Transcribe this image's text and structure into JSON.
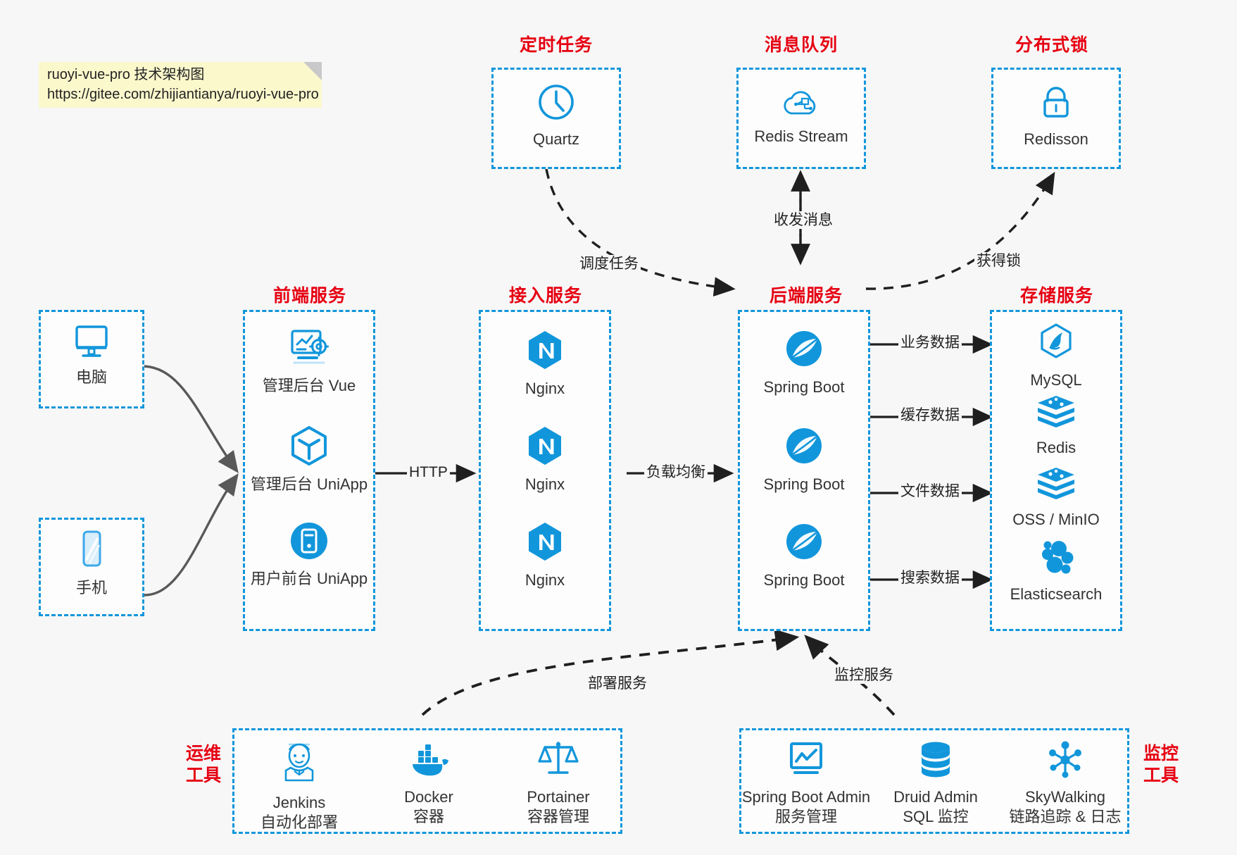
{
  "note": {
    "line1": "ruoyi-vue-pro 技术架构图",
    "line2": "https://gitee.com/zhijiantianya/ruoyi-vue-pro"
  },
  "groups": {
    "scheduled_task": {
      "title": "定时任务",
      "nodes": [
        {
          "icon": "clock-icon",
          "label": "Quartz"
        }
      ]
    },
    "message_queue": {
      "title": "消息队列",
      "nodes": [
        {
          "icon": "cloud-stream-icon",
          "label": "Redis Stream"
        }
      ]
    },
    "distributed_lock": {
      "title": "分布式锁",
      "nodes": [
        {
          "icon": "lock-icon",
          "label": "Redisson"
        }
      ]
    },
    "client_pc": {
      "title": "",
      "nodes": [
        {
          "icon": "desktop-icon",
          "label": "电脑"
        }
      ]
    },
    "client_phone": {
      "title": "",
      "nodes": [
        {
          "icon": "phone-icon",
          "label": "手机"
        }
      ]
    },
    "frontend": {
      "title": "前端服务",
      "nodes": [
        {
          "icon": "dashboard-gear-icon",
          "label": "管理后台 Vue"
        },
        {
          "icon": "uniapp-cube-icon",
          "label": "管理后台 UniApp"
        },
        {
          "icon": "mobile-app-icon",
          "label": "用户前台 UniApp"
        }
      ]
    },
    "gateway": {
      "title": "接入服务",
      "nodes": [
        {
          "icon": "nginx-icon",
          "label": "Nginx"
        },
        {
          "icon": "nginx-icon",
          "label": "Nginx"
        },
        {
          "icon": "nginx-icon",
          "label": "Nginx"
        }
      ]
    },
    "backend": {
      "title": "后端服务",
      "nodes": [
        {
          "icon": "spring-boot-icon",
          "label": "Spring Boot"
        },
        {
          "icon": "spring-boot-icon",
          "label": "Spring Boot"
        },
        {
          "icon": "spring-boot-icon",
          "label": "Spring Boot"
        }
      ]
    },
    "storage": {
      "title": "存储服务",
      "nodes": [
        {
          "icon": "mysql-icon",
          "label": "MySQL"
        },
        {
          "icon": "redis-icon",
          "label": "Redis"
        },
        {
          "icon": "oss-icon",
          "label": "OSS / MinIO"
        },
        {
          "icon": "elasticsearch-icon",
          "label": "Elasticsearch"
        }
      ]
    },
    "devops": {
      "title": "运维\n工具",
      "title_line1": "运维",
      "title_line2": "工具",
      "nodes": [
        {
          "icon": "jenkins-icon",
          "label": "Jenkins",
          "sublabel": "自动化部署"
        },
        {
          "icon": "docker-icon",
          "label": "Docker",
          "sublabel": "容器"
        },
        {
          "icon": "portainer-icon",
          "label": "Portainer",
          "sublabel": "容器管理"
        }
      ]
    },
    "monitor": {
      "title": "监控\n工具",
      "title_line1": "监控",
      "title_line2": "工具",
      "nodes": [
        {
          "icon": "monitor-chart-icon",
          "label": "Spring Boot Admin",
          "sublabel": "服务管理"
        },
        {
          "icon": "database-icon",
          "label": "Druid Admin",
          "sublabel": "SQL 监控"
        },
        {
          "icon": "skywalking-icon",
          "label": "SkyWalking",
          "sublabel": "链路追踪 & 日志"
        }
      ]
    }
  },
  "edges": {
    "http": "HTTP",
    "load_balance": "负载均衡",
    "schedule_task": "调度任务",
    "send_receive_message": "收发消息",
    "acquire_lock": "获得锁",
    "business_data": "业务数据",
    "cache_data": "缓存数据",
    "file_data": "文件数据",
    "search_data": "搜索数据",
    "deploy_service": "部署服务",
    "monitor_service": "监控服务"
  },
  "colors": {
    "accent_blue": "#1296db",
    "title_red": "#e60012",
    "background": "#f7f7f7",
    "note_yellow": "#fbf8cc",
    "edge_dark": "#2b2b2b",
    "curve_gray": "#595959"
  }
}
